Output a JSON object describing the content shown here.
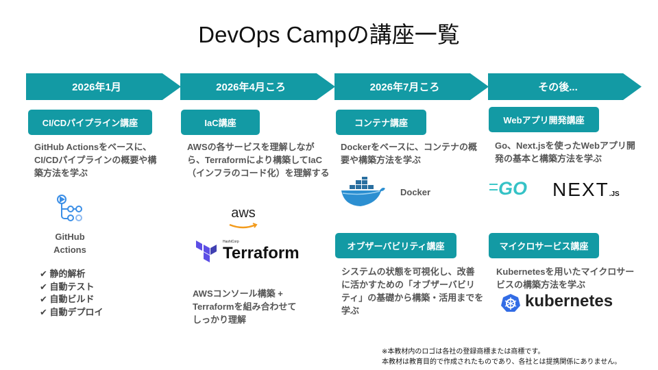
{
  "title": "DevOps Campの講座一覧",
  "timeline": [
    {
      "label": "2026年1月"
    },
    {
      "label": "2026年4月ころ"
    },
    {
      "label": "2026年7月ころ"
    },
    {
      "label": "その後..."
    }
  ],
  "courses": {
    "cicd": {
      "label": "CI/CDパイプライン講座",
      "desc": "GitHub Actionsをベースに、\nCI/CDパイプラインの概要や構\n築方法を学ぶ",
      "logo_text": "GitHub\nActions",
      "checks": [
        "静的解析",
        "自動テスト",
        "自動ビルド",
        "自動デプロイ"
      ]
    },
    "iac": {
      "label": "IaC講座",
      "desc": "AWSの各サービスを理解しなが\nら、Terraformにより構築してIaC\n（インフラのコード化）を理解する",
      "aws_logo": "aws",
      "terraform_logo": "Terraform",
      "hashicorp": "HashiCorp",
      "note": "AWSコンソール構築 +\nTerraformを組み合わせて\nしっかり理解"
    },
    "container": {
      "label": "コンテナ講座",
      "desc": "Dockerをベースに、コンテナの概\n要や構築方法を学ぶ",
      "logo_text": "Docker"
    },
    "observability": {
      "label": "オブザーバビリティ講座",
      "desc": "システムの状態を可視化し、改善\nに活かすための「オブザーバビリ\nティ」の基礎から構築・活用までを\n学ぶ"
    },
    "webapp": {
      "label": "Webアプリ開発講座",
      "desc": "Go、Next.jsを使ったWebアプリ開\n発の基本と構築方法を学ぶ",
      "go_logo": "GO",
      "next_logo": "NEXT",
      "next_suffix": ".JS"
    },
    "microservice": {
      "label": "マイクロサービス講座",
      "desc": "Kubernetesを用いたマイクロサー\nビスの構築方法を学ぶ",
      "logo_text": "kubernetes"
    }
  },
  "footer": "※本教材内のロゴは各社の登録商標または商標です。\n本教材は教育目的で作成されたものであり、各社とは提携関係にありません。",
  "colors": {
    "accent": "#139aa4"
  }
}
